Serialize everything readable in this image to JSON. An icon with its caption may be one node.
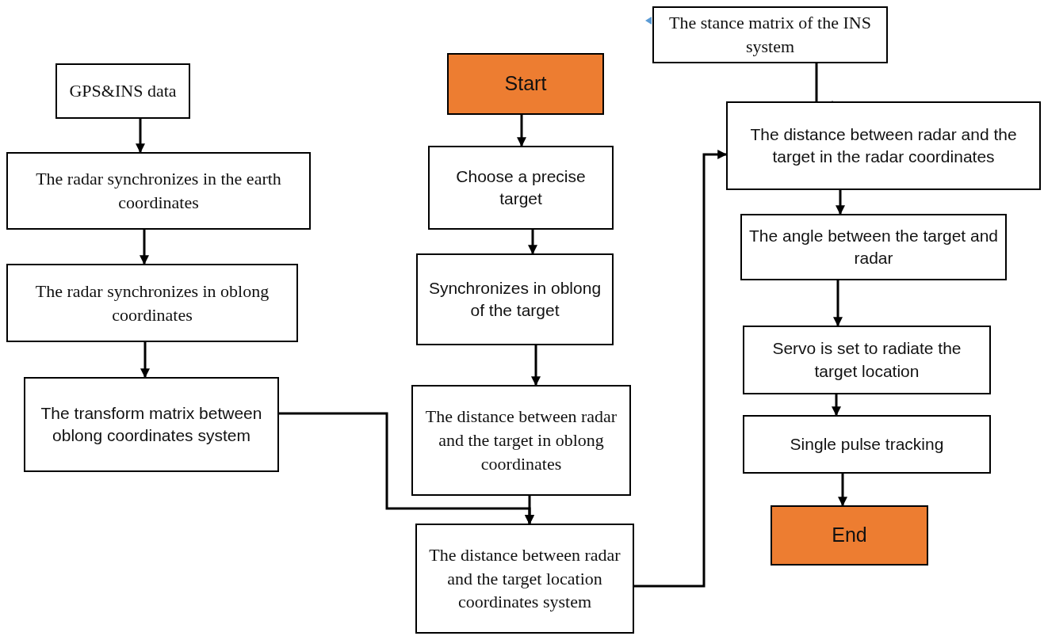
{
  "diagram": {
    "nodes": [
      {
        "text": [
          "GPS&INS data"
        ]
      },
      {
        "text": [
          "The radar synchronizes in the earth coordinates"
        ]
      },
      {
        "text": [
          "The radar synchronizes in oblong coordinates"
        ]
      },
      {
        "text": [
          "The transform matrix between oblong coordinates system"
        ]
      },
      {
        "text": [
          "Start"
        ]
      },
      {
        "text": [
          "Choose a precise target"
        ]
      },
      {
        "text": [
          "Synchronizes in oblong of the target"
        ]
      },
      {
        "text": [
          "The distance between radar and the target in oblong coordinates"
        ]
      },
      {
        "text": [
          "The distance between radar and the target location coordinates system"
        ]
      },
      {
        "text": [
          "The stance matrix of the INS system"
        ]
      },
      {
        "text": [
          "The distance between radar and the target in the radar coordinates"
        ]
      },
      {
        "text": [
          "The angle between the target and radar"
        ]
      },
      {
        "text": [
          "Servo is set to radiate the target location"
        ]
      },
      {
        "text": [
          "Single pulse tracking"
        ]
      },
      {
        "text": [
          "End"
        ]
      }
    ],
    "edges": [
      {
        "from": 0,
        "to": 1,
        "arrow": "to"
      },
      {
        "from": 1,
        "to": 2,
        "arrow": "to"
      },
      {
        "from": 2,
        "to": 3,
        "arrow": "to"
      },
      {
        "from": 3,
        "to": 8,
        "arrow": "to"
      },
      {
        "from": 4,
        "to": 5,
        "arrow": "to"
      },
      {
        "from": 5,
        "to": 6,
        "arrow": "to"
      },
      {
        "from": 6,
        "to": 7,
        "arrow": "to"
      },
      {
        "from": 7,
        "to": 8,
        "arrow": "to"
      },
      {
        "from": 8,
        "to": 10,
        "arrow": "to"
      },
      {
        "from": 9,
        "to": 10,
        "arrow": "to"
      },
      {
        "from": 10,
        "to": 11,
        "arrow": "to"
      },
      {
        "from": 11,
        "to": 12,
        "arrow": "to"
      },
      {
        "from": 12,
        "to": 13,
        "arrow": "to"
      },
      {
        "from": 13,
        "to": 14,
        "arrow": "to"
      }
    ]
  }
}
